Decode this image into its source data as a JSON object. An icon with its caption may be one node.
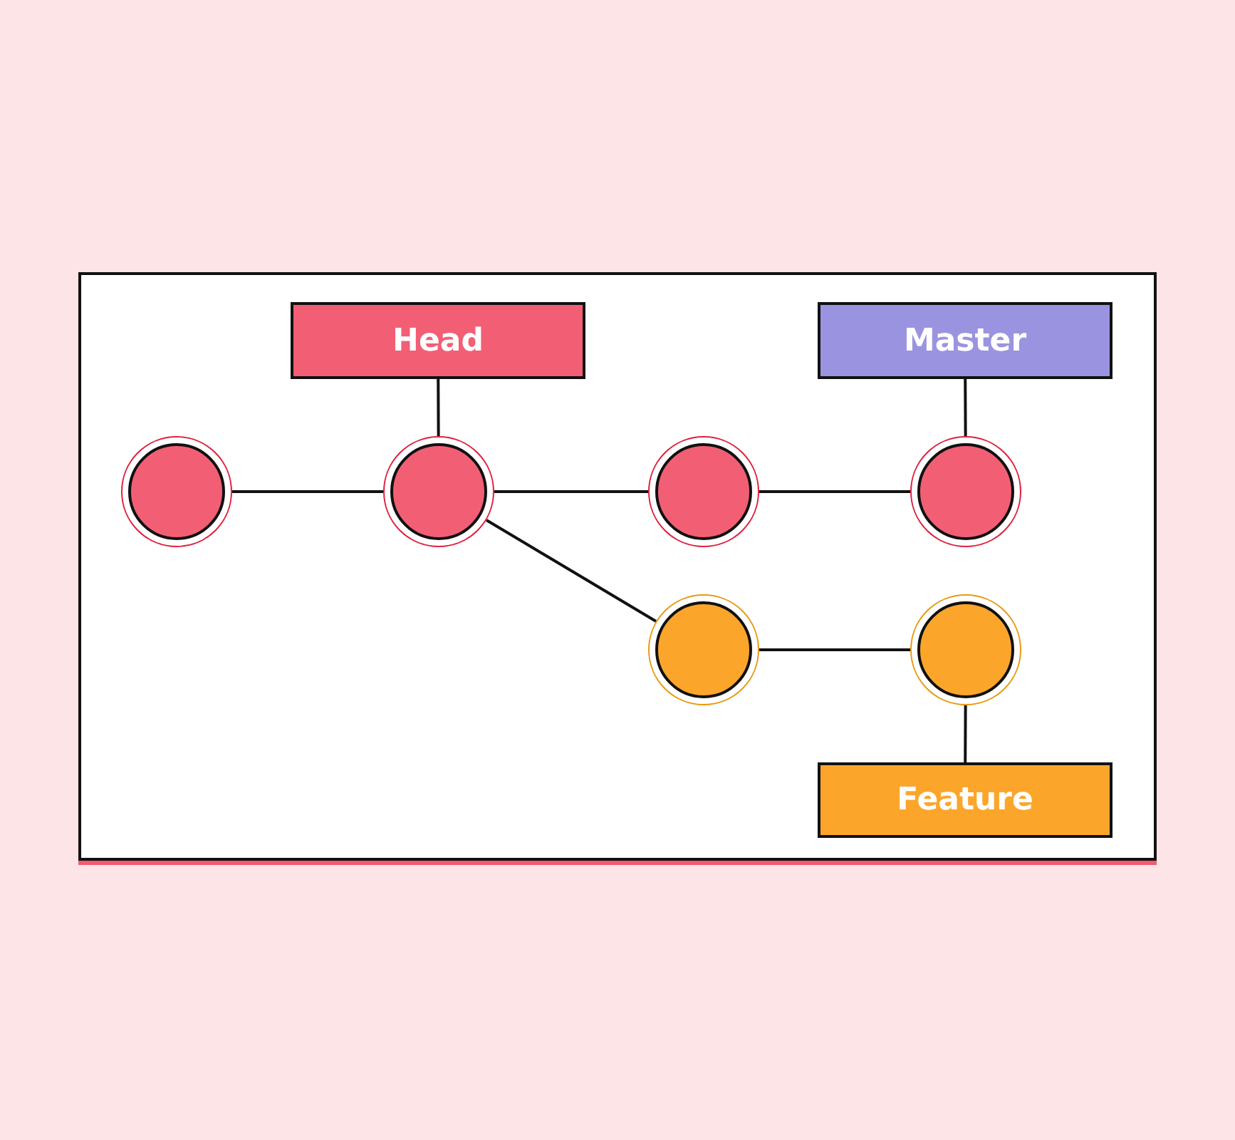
{
  "diagram": {
    "nodes": [
      {
        "text": [
          "Head"
        ]
      },
      {
        "text": [
          "Master"
        ]
      },
      {
        "text": [],
        "shape": "circle"
      },
      {
        "text": [],
        "shape": "circle"
      },
      {
        "text": [],
        "shape": "circle"
      },
      {
        "text": [],
        "shape": "circle"
      },
      {
        "text": [],
        "shape": "circle"
      },
      {
        "text": [],
        "shape": "circle"
      },
      {
        "text": [
          "Feature"
        ]
      }
    ],
    "edges": [
      {
        "from": 0,
        "to": 3,
        "arrow": "none"
      },
      {
        "from": 1,
        "to": 5,
        "arrow": "none"
      },
      {
        "from": 2,
        "to": 3,
        "arrow": "none"
      },
      {
        "from": 3,
        "to": 4,
        "arrow": "none"
      },
      {
        "from": 4,
        "to": 5,
        "arrow": "none"
      },
      {
        "from": 3,
        "to": 6,
        "arrow": "none"
      },
      {
        "from": 6,
        "to": 7,
        "arrow": "none"
      },
      {
        "from": 7,
        "to": 8,
        "arrow": "none"
      }
    ]
  }
}
